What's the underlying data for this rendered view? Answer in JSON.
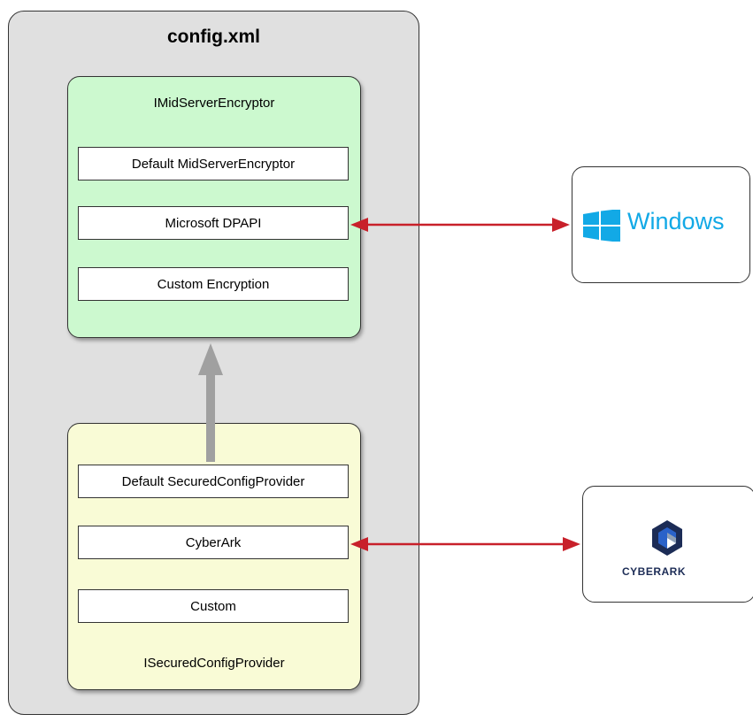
{
  "config": {
    "title": "config.xml"
  },
  "encryptor": {
    "label": "IMidServerEncryptor",
    "items": [
      {
        "label": "Default MidServerEncryptor"
      },
      {
        "label": "Microsoft DPAPI"
      },
      {
        "label": "Custom Encryption"
      }
    ]
  },
  "provider": {
    "label": "ISecuredConfigProvider",
    "items": [
      {
        "label": "Default SecuredConfigProvider"
      },
      {
        "label": "CyberArk"
      },
      {
        "label": "Custom"
      }
    ]
  },
  "external": {
    "windows": {
      "logo_text": "Windows",
      "icon": "windows-logo-icon"
    },
    "cyberark": {
      "logo_text": "CYBERARK",
      "icon": "cyberark-logo-icon"
    }
  },
  "colors": {
    "config_bg": "#e0e0e0",
    "encryptor_bg": "#ccf9cf",
    "provider_bg": "#f9fbd6",
    "arrow_red": "#c8202a",
    "arrow_gray": "#a0a0a0",
    "windows_blue": "#12a9e6",
    "cyberark_navy": "#1c2c56"
  }
}
